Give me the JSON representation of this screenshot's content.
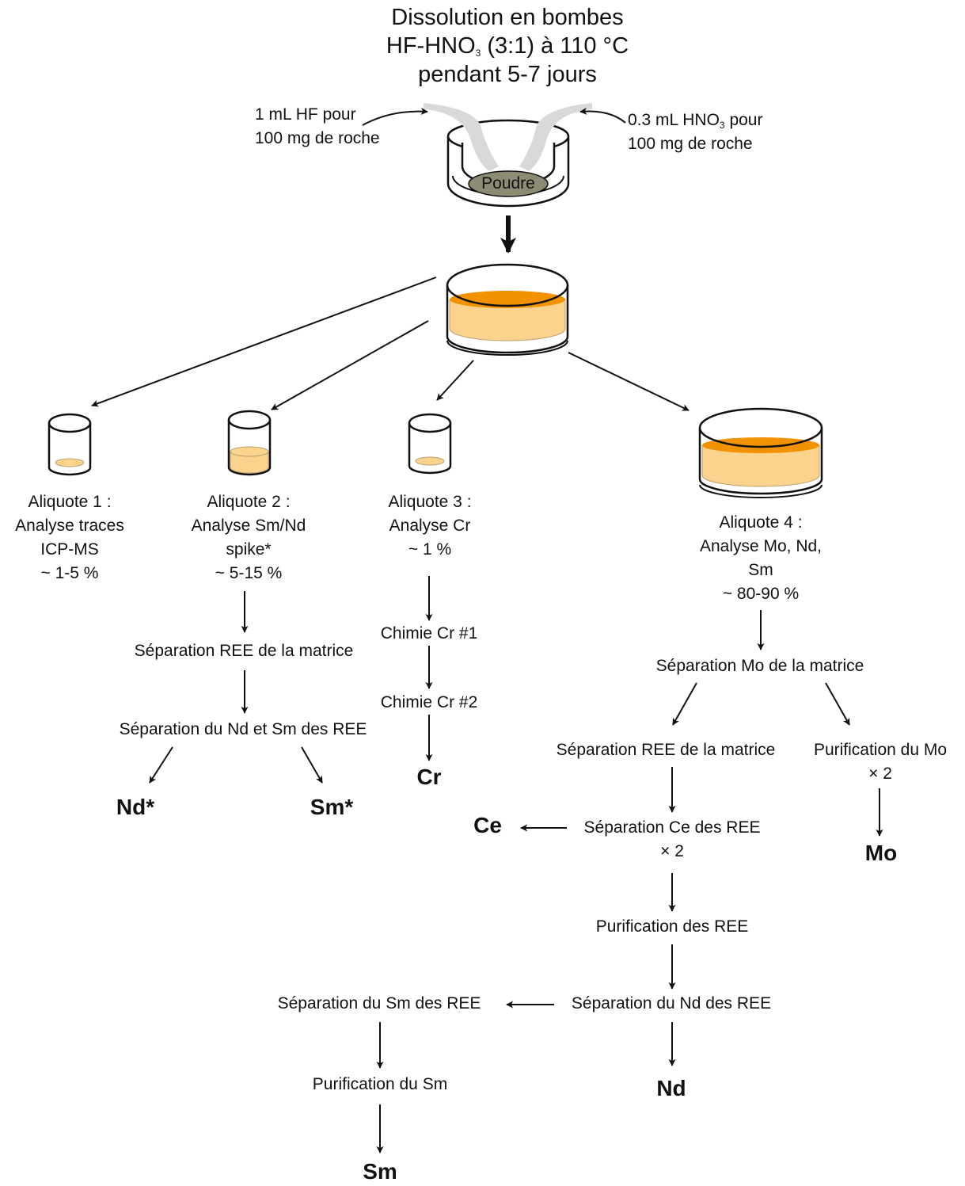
{
  "title": {
    "line1": "Dissolution en bombes",
    "line2_pre": "HF-HNO",
    "line2_sub": "3",
    "line2_post": " (3:1) à 110 °C",
    "line3": "pendant 5-7 jours"
  },
  "reagents": {
    "hf_line1": "1 mL HF pour",
    "hf_line2": "100 mg de roche",
    "hno3_pre": "0.3 mL HNO",
    "hno3_sub": "3",
    "hno3_post": " pour",
    "hno3_line2": "100 mg de roche",
    "powder": "Poudre"
  },
  "aliquots": [
    {
      "line1": "Aliquote 1 :",
      "line2": "Analyse traces",
      "line3": "ICP-MS",
      "line4": "~ 1-5 %"
    },
    {
      "line1": "Aliquote 2 :",
      "line2": "Analyse Sm/Nd",
      "line3": "spike*",
      "line4": "~ 5-15 %"
    },
    {
      "line1": "Aliquote 3 :",
      "line2": "Analyse Cr",
      "line3": "~ 1 %"
    },
    {
      "line1": "Aliquote 4 :",
      "line2": "Analyse Mo, Nd,",
      "line3": "Sm",
      "line4": "~ 80-90 %"
    }
  ],
  "steps": {
    "sep_ree_matrice_a2": "Séparation REE de la matrice",
    "sep_nd_sm": "Séparation du Nd et Sm des REE",
    "chimie_cr1": "Chimie Cr #1",
    "chimie_cr2": "Chimie Cr #2",
    "sep_mo_matrice": "Séparation Mo de la matrice",
    "sep_ree_matrice_a4": "Séparation REE de la matrice",
    "purif_mo": "Purification du Mo",
    "purif_mo_x": "× 2",
    "sep_ce": "Séparation Ce des REE",
    "sep_ce_x": "× 2",
    "purif_ree": "Purification des REE",
    "sep_nd": "Séparation du Nd des REE",
    "sep_sm": "Séparation du Sm des REE",
    "purif_sm": "Purification du Sm"
  },
  "products": {
    "nd_spike": "Nd*",
    "sm_spike": "Sm*",
    "cr": "Cr",
    "ce": "Ce",
    "mo": "Mo",
    "nd": "Nd",
    "sm": "Sm"
  },
  "colors": {
    "solution_fill": "#fcd38c",
    "solution_surface": "#f39200",
    "powder_fill": "#8c8b73",
    "vapor": "#d9d9d9",
    "line": "#111111"
  }
}
